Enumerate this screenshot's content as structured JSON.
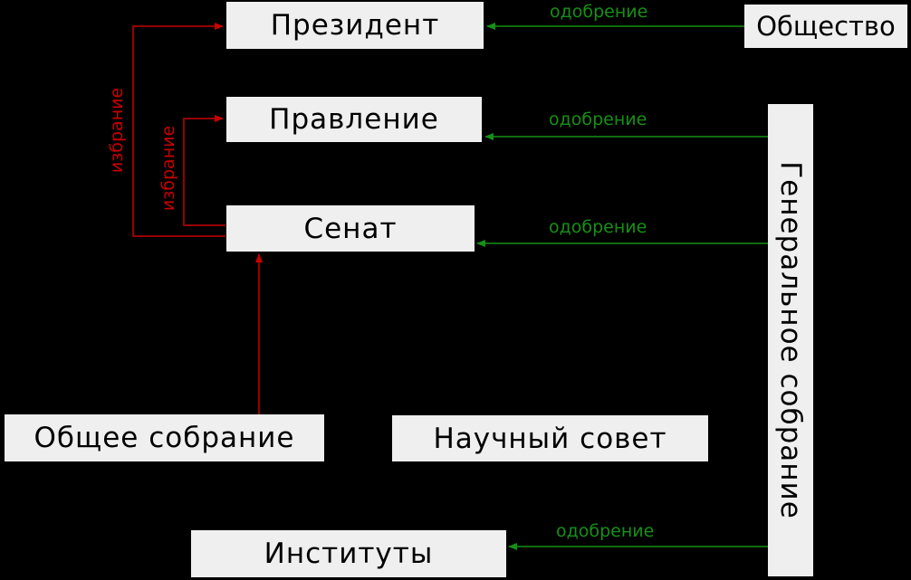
{
  "nodes": {
    "president": "Президент",
    "board": "Правление",
    "senate": "Сенат",
    "general_meeting": "Общее собрание",
    "scientific_council": "Научный совет",
    "institutes": "Институты",
    "society": "Общество",
    "general_assembly": "Генеральное собрание"
  },
  "edges": {
    "approval": "одобрение",
    "election": "избрание"
  },
  "colors": {
    "approval": "#169016",
    "election": "#c80000",
    "box": "#efefef",
    "background": "#000000"
  }
}
